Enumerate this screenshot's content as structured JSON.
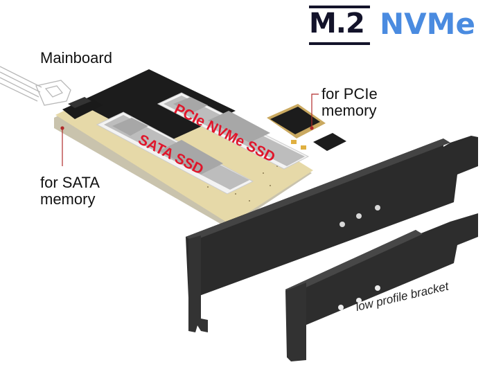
{
  "logo": {
    "m2": "M.2",
    "nvme": "NVMe",
    "m2_color": "#13132a",
    "nvme_color": "#4a8be0"
  },
  "labels": {
    "mainboard": "Mainboard",
    "sata_line1": "for SATA",
    "sata_line2": "memory",
    "pcie_line1": "for PCIe",
    "pcie_line2": "memory",
    "low_profile": "low profile bracket"
  },
  "ssd_labels": {
    "nvme": "PCIe NVMe SSD",
    "sata": "SATA SSD",
    "color": "#e0162b"
  },
  "colors": {
    "pcb": "#e6d9a8",
    "bracket": "#2a2a2a",
    "callout_line": "#b02a2a"
  }
}
